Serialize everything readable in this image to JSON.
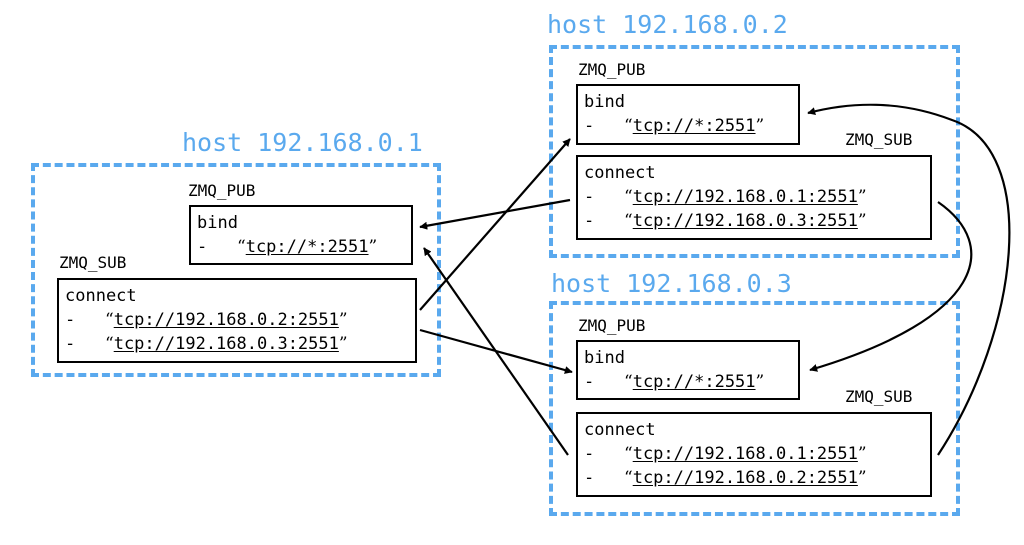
{
  "hosts": [
    {
      "title": "host 192.168.0.1",
      "pub": {
        "type": "ZMQ_PUB",
        "keyword": "bind",
        "endpoints": [
          "tcp://*:2551"
        ]
      },
      "sub": {
        "type": "ZMQ_SUB",
        "keyword": "connect",
        "endpoints": [
          "tcp://192.168.0.2:2551",
          "tcp://192.168.0.3:2551"
        ]
      }
    },
    {
      "title": "host 192.168.0.2",
      "pub": {
        "type": "ZMQ_PUB",
        "keyword": "bind",
        "endpoints": [
          "tcp://*:2551"
        ]
      },
      "sub": {
        "type": "ZMQ_SUB",
        "keyword": "connect",
        "endpoints": [
          "tcp://192.168.0.1:2551",
          "tcp://192.168.0.3:2551"
        ]
      }
    },
    {
      "title": "host 192.168.0.3",
      "pub": {
        "type": "ZMQ_PUB",
        "keyword": "bind",
        "endpoints": [
          "tcp://*:2551"
        ]
      },
      "sub": {
        "type": "ZMQ_SUB",
        "keyword": "connect",
        "endpoints": [
          "tcp://192.168.0.1:2551",
          "tcp://192.168.0.2:2551"
        ]
      }
    }
  ],
  "symbols": {
    "dash": "-",
    "open_quote": "“",
    "close_quote": "”"
  },
  "colors": {
    "host_border": "#5aa9ee",
    "host_title": "#5aa9ee",
    "box_border": "#000000"
  }
}
